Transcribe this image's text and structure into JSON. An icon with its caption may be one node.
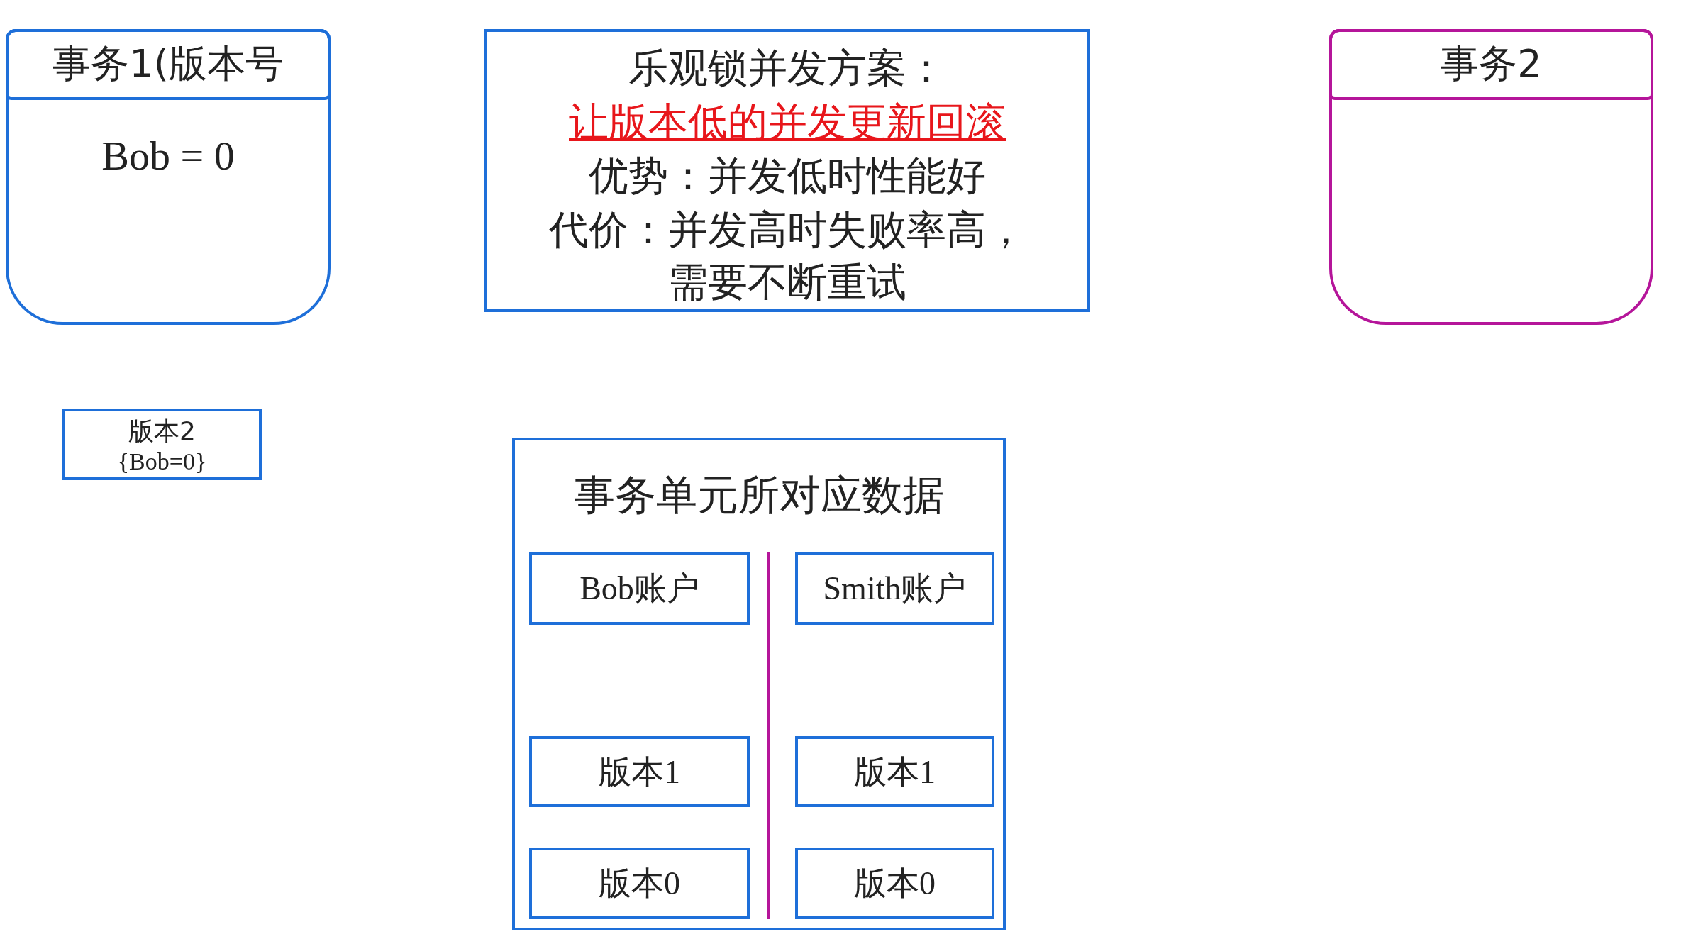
{
  "diagram": {
    "nodes": [
      {
        "text": [
          "事务1(版本号",
          "Bob = 0"
        ]
      },
      {
        "text": [
          "乐观锁并发方案：",
          "让版本低的并发更新回滚",
          "优势：并发低时性能好",
          "代价：并发高时失败率高，需要不断重试"
        ]
      },
      {
        "text": [
          "事务2"
        ]
      },
      {
        "text": [
          "版本2",
          "{Bob=0}"
        ]
      },
      {
        "text": [
          "事务单元所对应数据"
        ]
      },
      {
        "text": [
          "Bob账户"
        ],
        "in": 4
      },
      {
        "text": [
          "Smith账户"
        ],
        "in": 4
      },
      {
        "text": [
          "版本1"
        ],
        "in": 4
      },
      {
        "text": [
          "版本1"
        ],
        "in": 4
      },
      {
        "text": [
          "版本0"
        ],
        "in": 4
      },
      {
        "text": [
          "版本0"
        ],
        "in": 4
      }
    ]
  }
}
